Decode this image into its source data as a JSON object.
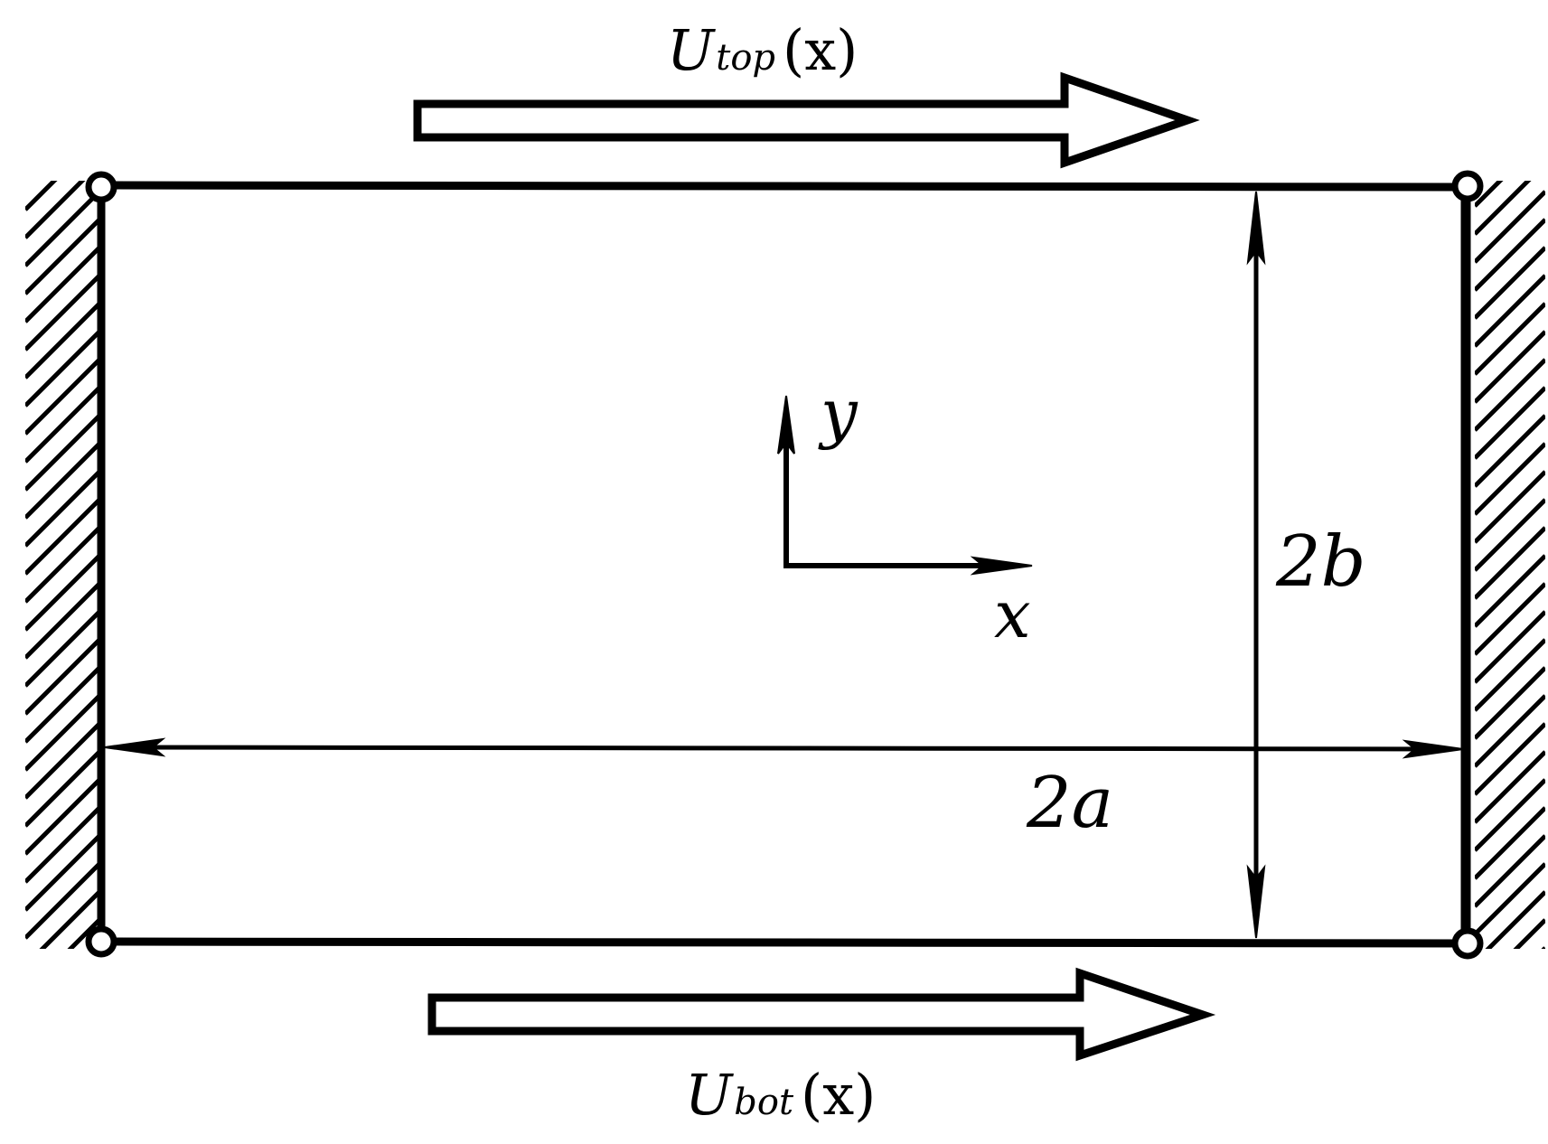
{
  "diagram": {
    "top_velocity": {
      "symbol": "U",
      "subscript": "top",
      "argument": "(x)"
    },
    "bottom_velocity": {
      "symbol": "U",
      "subscript": "bot",
      "argument": "(x)"
    },
    "axes": {
      "x_label": "x",
      "y_label": "y"
    },
    "dimensions": {
      "width_label": "2a",
      "height_label": "2b"
    },
    "colors": {
      "ink": "#000000",
      "background": "#ffffff"
    }
  }
}
